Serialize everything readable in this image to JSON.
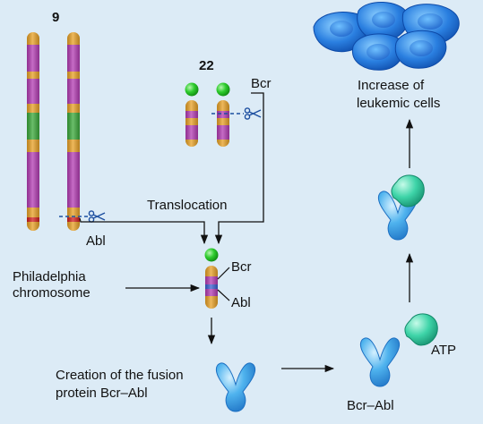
{
  "labels": {
    "chr9": "9",
    "chr22": "22",
    "bcr_top": "Bcr",
    "abl_top": "Abl",
    "translocation": "Translocation",
    "philadelphia_line1": "Philadelphia",
    "philadelphia_line2": "chromosome",
    "bcr_ph": "Bcr",
    "abl_ph": "Abl",
    "fusion_line1": "Creation of the fusion",
    "fusion_line2": "protein Bcr–Abl",
    "bcr_abl": "Bcr–Abl",
    "atp": "ATP",
    "increase_line1": "Increase of",
    "increase_line2": "leukemic cells"
  },
  "colors": {
    "background": "#dcebf6",
    "chromosome_orange": "#e8a126",
    "chromosome_magenta": "#b33cb3",
    "chromosome_green": "#3aa83a",
    "chromosome_red": "#d21f1f",
    "fusion_blue": "#3a5fd0",
    "protein_blue": "#4fb3ee",
    "atp_teal": "#3ed4a8",
    "cell_blue": "#2a7fe0",
    "green_bead": "#2ecc2e"
  },
  "icons": [
    "scissors-icon",
    "chromosome-icon",
    "protein-icon",
    "atp-molecule-icon",
    "leukemic-cell-icon",
    "arrow-icon"
  ]
}
